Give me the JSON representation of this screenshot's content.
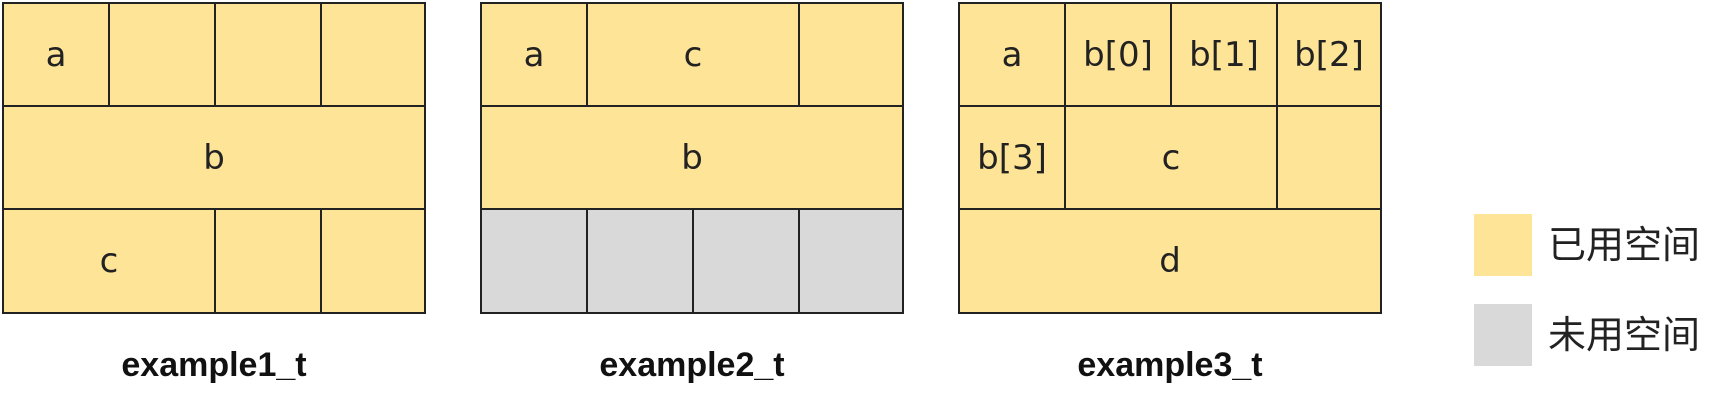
{
  "colors": {
    "used": "#fee497",
    "unused": "#d9d9d9",
    "border": "#222222"
  },
  "diagrams": [
    {
      "caption": "example1_t",
      "cells": [
        "a",
        "",
        "",
        "",
        "b",
        "c",
        "",
        ""
      ]
    },
    {
      "caption": "example2_t",
      "cells": [
        "a",
        "c",
        "",
        "b",
        "",
        "",
        "",
        ""
      ]
    },
    {
      "caption": "example3_t",
      "cells": [
        "a",
        "b[0]",
        "b[1]",
        "b[2]",
        "b[3]",
        "c",
        "",
        "d"
      ]
    }
  ],
  "legend": {
    "used_label": "已用空间",
    "unused_label": "未用空间"
  }
}
